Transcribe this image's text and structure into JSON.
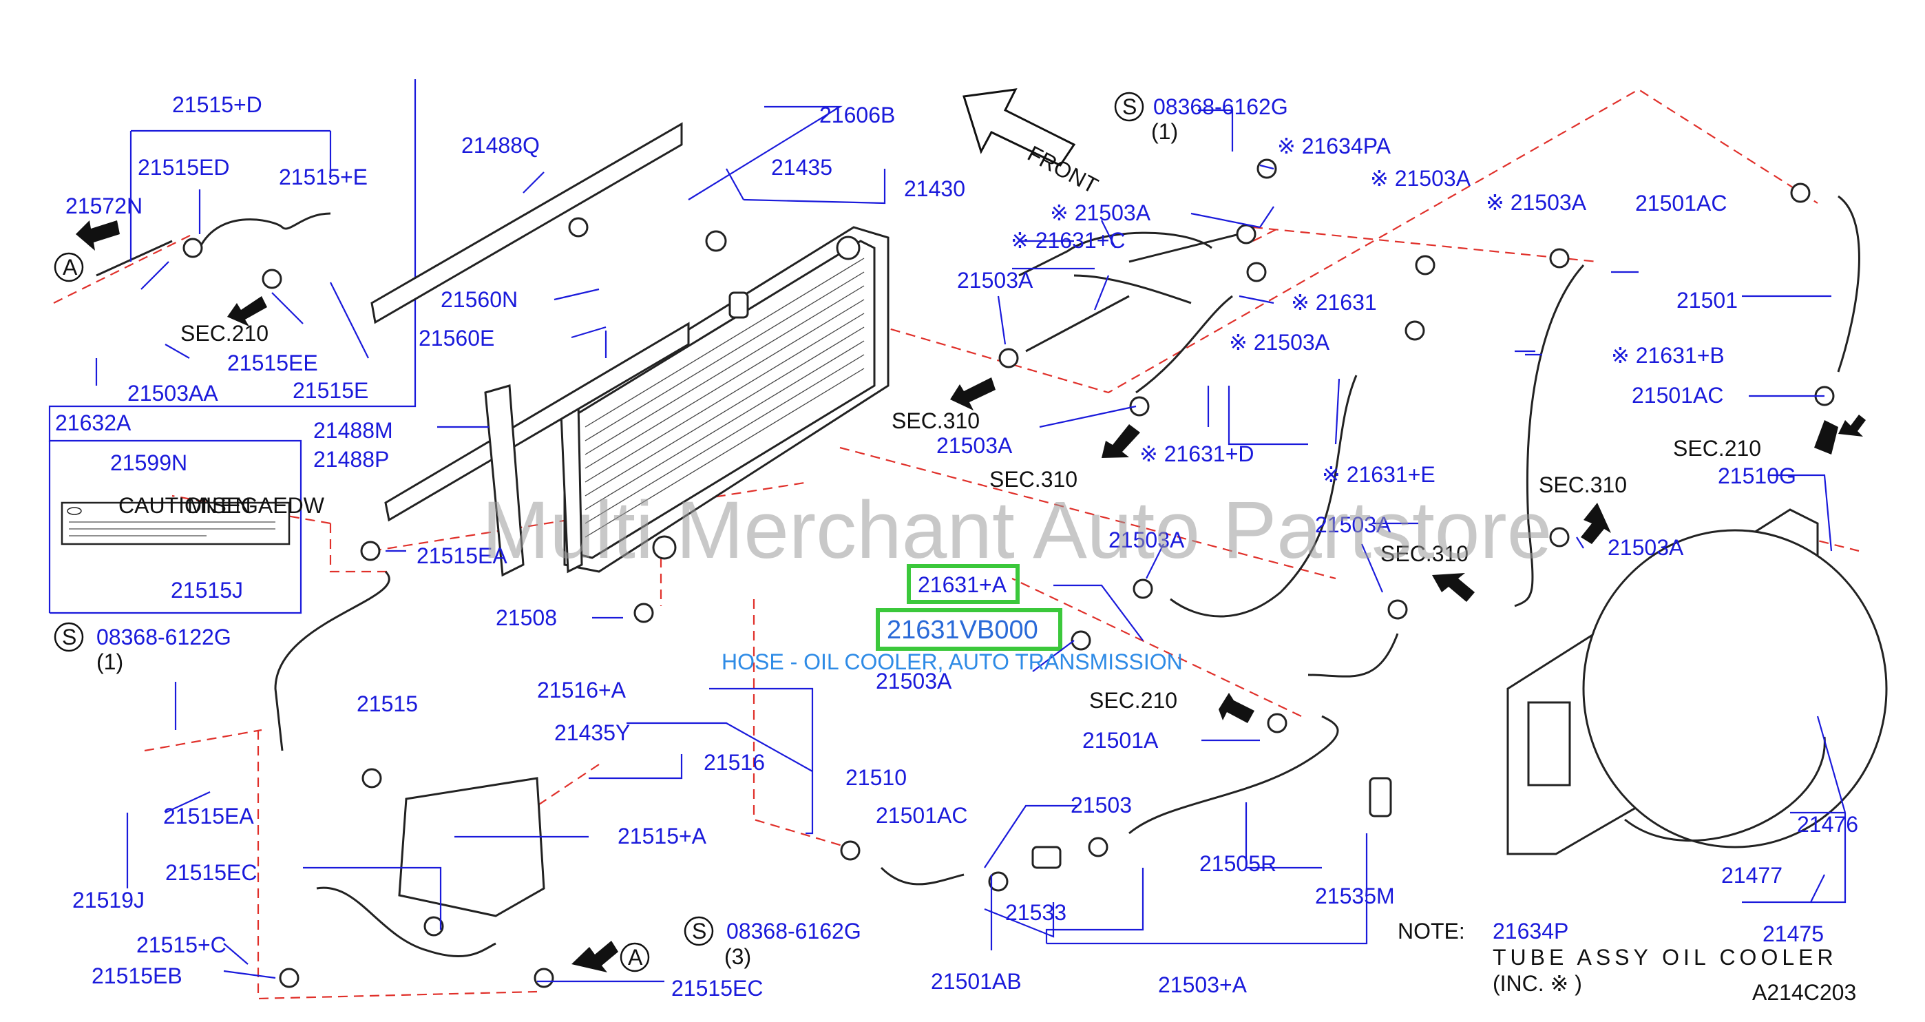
{
  "diagram": {
    "id_code": "A214C203",
    "watermark": "Multi Merchant Auto Partstore",
    "front_label": "FRONT",
    "highlight": {
      "top_label": "21631+A",
      "part_number": "21631VB000",
      "description": "HOSE - OIL COOLER, AUTO TRANSMISSION"
    },
    "note": {
      "title": "NOTE:",
      "part": "21634P",
      "line1": "TUBE ASSY OIL COOLER",
      "line2": "(INC. ※ )"
    },
    "label_card": {
      "caution": "CAUTION",
      "mise": "MISE",
      "en": "EN",
      "gaedw": "GAEDW"
    },
    "callouts": {
      "c21515D": "21515+D",
      "c21515ED": "21515ED",
      "c21515E": "21515+E",
      "c21572N": "21572N",
      "cA1": "A",
      "sec210a": "SEC.210",
      "c21515EE": "21515EE",
      "c21515E2": "21515E",
      "c21503AA": "21503AA",
      "c21632A": "21632A",
      "c21488Q": "21488Q",
      "c21606B": "21606B",
      "c21435": "21435",
      "c21430": "21430",
      "c21560N": "21560N",
      "c21560E": "21560E",
      "c21488M": "21488M",
      "c21488P": "21488P",
      "c21599N": "21599N",
      "c21515J": "21515J",
      "c21515EA1": "21515EA",
      "c21508": "21508",
      "s1": "S",
      "b1": "08368-6122G",
      "b1q": "(1)",
      "c21515": "21515",
      "c21519J": "21519J",
      "c21515EA2": "21515EA",
      "c21515EC1": "21515EC",
      "c21515C": "21515+C",
      "c21515EB": "21515EB",
      "c21516A": "21516+A",
      "c21435Y": "21435Y",
      "c21516": "21516",
      "c21510": "21510",
      "c21515A": "21515+A",
      "s3": "S",
      "b3": "08368-6162G",
      "b3q": "(3)",
      "cA2": "A",
      "c21515EC2": "21515EC",
      "s2": "S",
      "b2": "08368-6162G",
      "b2q": "(1)",
      "c21634PA": "※ 21634PA",
      "c21503A_1": "※ 21503A",
      "c21503A_2": "※ 21503A",
      "c21503A_3": "※ 21503A",
      "c21631C": "※ 21631+C",
      "c21631": "※ 21631",
      "c21503A_4": "※ 21503A",
      "c21503A_5": "21503A",
      "sec310a": "SEC.310",
      "c21503A_6": "21503A",
      "c21631D": "※ 21631+D",
      "sec310b": "SEC.310",
      "c21631E": "※ 21631+E",
      "c21503A_7": "21503A",
      "c21503A_8": "21503A",
      "sec310c": "SEC.310",
      "c21503A_9": "21503A",
      "sec210b": "SEC.210",
      "c21501A": "21501A",
      "c21501AC1": "21501AC",
      "c21503": "21503",
      "c21505R": "21505R",
      "c21535M": "21535M",
      "c21533": "21533",
      "c21501AB": "21501AB",
      "c21503A_plus": "21503+A",
      "c21501AC2": "21501AC",
      "c21501": "21501",
      "c21631B": "※ 21631+B",
      "c21501AC3": "21501AC",
      "sec210c": "SEC.210",
      "c21510G": "21510G",
      "sec310d": "SEC.310",
      "c21503A_10": "21503A",
      "c21476": "21476",
      "c21477": "21477",
      "c21475": "21475"
    }
  }
}
